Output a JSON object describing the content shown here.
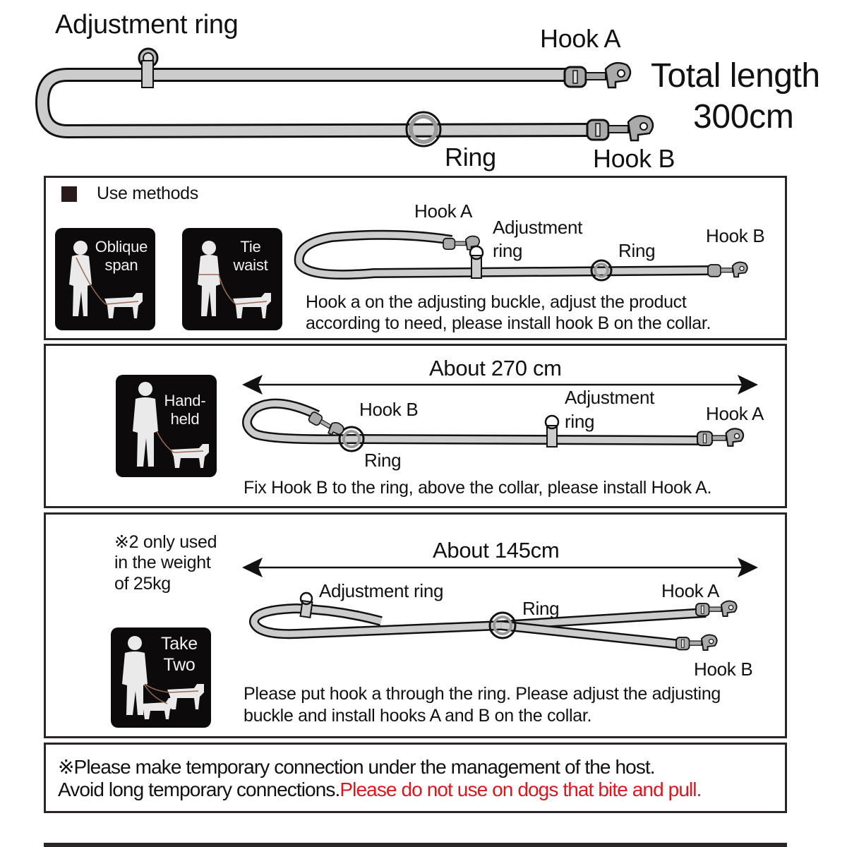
{
  "overview": {
    "adjustment_ring_label": "Adjustment ring",
    "hook_a_label": "Hook A",
    "hook_b_label": "Hook B",
    "ring_label": "Ring",
    "total_length_line1": "Total length",
    "total_length_line2": "300cm"
  },
  "section1": {
    "heading": "Use methods",
    "icons": [
      {
        "line1": "Oblique",
        "line2": "span"
      },
      {
        "line1": "Tie",
        "line2": "waist"
      }
    ],
    "labels": {
      "hook_a": "Hook A",
      "adjustment_line1": "Adjustment",
      "adjustment_line2": "ring",
      "ring": "Ring",
      "hook_b": "Hook B"
    },
    "description_line1": "Hook a on the adjusting buckle, adjust the product",
    "description_line2": "according to need, please install hook B on the collar."
  },
  "section2": {
    "icon": {
      "line1": "Hand-",
      "line2": "held"
    },
    "length_label": "About 270 cm",
    "labels": {
      "hook_b": "Hook B",
      "ring": "Ring",
      "adjustment_line1": "Adjustment",
      "adjustment_line2": "ring",
      "hook_a": "Hook A"
    },
    "description": "Fix Hook B to the ring, above the collar, please install Hook A."
  },
  "section3": {
    "note_line1": "※2 only used",
    "note_line2": "in the weight",
    "note_line3": "of 25kg",
    "icon": {
      "line1": "Take",
      "line2": "Two"
    },
    "length_label": "About 145cm",
    "labels": {
      "adjustment_ring": "Adjustment ring",
      "ring": "Ring",
      "hook_a": "Hook A",
      "hook_b": "Hook B"
    },
    "description_line1": "Please put hook a through the ring. Please adjust the adjusting",
    "description_line2": "buckle and install hooks A and B on the collar."
  },
  "warning": {
    "line1": "※Please make temporary connection under the management of the host.",
    "line2_black": "Avoid long temporary connections.",
    "line2_red": "Please do not use on dogs that bite and pull."
  },
  "colors": {
    "warning_red": "#e0161e",
    "border": "#2a2526",
    "leash_fill": "#c8c8c8",
    "icon_bg": "#0c0a0b",
    "leash_accent": "#9a6a55"
  }
}
